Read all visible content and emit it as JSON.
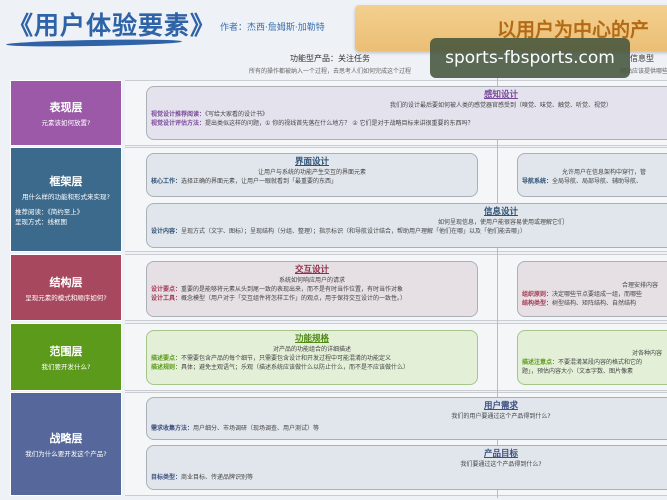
{
  "header": {
    "title": "《用户体验要素》",
    "author": "作者：杰西·詹姆斯·加勒特",
    "banner": "以用户为中心的产",
    "watermark": "sports-fbsports.com"
  },
  "columns": {
    "left": {
      "title": "功能型产品：关注任务",
      "sub": "所有的操作都被纳入一个过程，去思考人们如何完成这个过程"
    },
    "right": {
      "title": "信息型",
      "sub": "网站应该提供哪些信息"
    }
  },
  "layers": [
    {
      "name": "表现层",
      "question": "元素该如何放置?",
      "color": "#9b59a8"
    },
    {
      "name": "框架层",
      "question": "用什么样的功能和形式来实现?",
      "extra1": "推荐阅读：《简约至上》",
      "extra2": "呈现方式：线框图",
      "color": "#3c6a8c"
    },
    {
      "name": "结构层",
      "question": "呈现元素的模式和顺序如何?",
      "color": "#a8485e"
    },
    {
      "name": "范围层",
      "question": "我们要开发什么?",
      "color": "#5c9a1c"
    },
    {
      "name": "战略层",
      "question": "我们为什么要开发这个产品?",
      "color": "#56689b"
    }
  ],
  "boxes": {
    "perception": {
      "title": "感知设计",
      "desc": "我们的设计最后要如何被人类的感觉器官感受到（嗅觉、味觉、触觉、听觉、视觉）",
      "l1": "视觉设计推荐阅读：",
      "v1": "《写给大家看的设计书》",
      "l2": "视觉设计评估方法：",
      "v2": "提出类似这样的问题，① 你的视线首先落在什么地方？ ② 它们是对于战略目标来讲很重要的东西吗？"
    },
    "interface": {
      "title": "界面设计",
      "desc": "让用户与系统的功能产生交互的界面元素",
      "l1": "核心工作：",
      "v1": "选择正确的界面元素，让用户一眼就看到「最重要的东西」"
    },
    "navigation": {
      "desc": "允许用户在信息架构中穿行，管",
      "l1": "导航系统：",
      "v1": "全局导航、局部导航、辅助导航、"
    },
    "information": {
      "title": "信息设计",
      "desc": "如何呈现信息，使用户能很容易使用或理解它们",
      "l1": "设计内容：",
      "v1": "呈现方式（文字、图标）；呈现结构（分组、整理）；指示标识（和导航设计结合，帮助用户理解「他们在哪」以及「他们能去哪」）"
    },
    "interaction": {
      "title": "交互设计",
      "desc": "系统如何响应用户的请求",
      "l1": "设计要点：",
      "v1": "重要的是能够将元素从头到尾一致的表现出来，而不是有时当作位置，有时当作对象",
      "l2": "设计工具：",
      "v2": "概念模型（用户对于「交互组件将怎样工作」的观点，用于保持交互设计的一致性。）"
    },
    "architecture": {
      "desc": "合理安排内容",
      "l1": "组织原则：",
      "v1": "决定哪些节点要组成一组，而哪些",
      "l2": "结构类型：",
      "v2": "树型结构、矩阵结构、自然结构"
    },
    "functional": {
      "title": "功能规格",
      "desc": "对产品的功能组合的详细描述",
      "l1": "描述要点：",
      "v1": "不需要包含产品的每个细节，只需要包含设计和开发过程中可能混淆的功能定义",
      "l2": "描述规则：",
      "v2": "具体；避免主观语气；乐观（描述系统应该做什么以防止什么，而不是不应该做什么）"
    },
    "content": {
      "desc": "对各种内容",
      "l1": "描述注意点：",
      "v1": "不要混淆某段内容的格式和它的",
      "l2": "题」，预估内容大小（文本字数、图片像素"
    },
    "needs": {
      "title": "用户需求",
      "desc": "我们的用户要通过这个产品得到什么?",
      "l1": "需求收集方法：",
      "v1": "用户细分、市场调研（现场调查、用户测试）等"
    },
    "goals": {
      "title": "产品目标",
      "desc": "我们要通过这个产品得到什么?",
      "l1": "目标类型：",
      "v1": "商业目标、传递品牌识别等"
    }
  }
}
